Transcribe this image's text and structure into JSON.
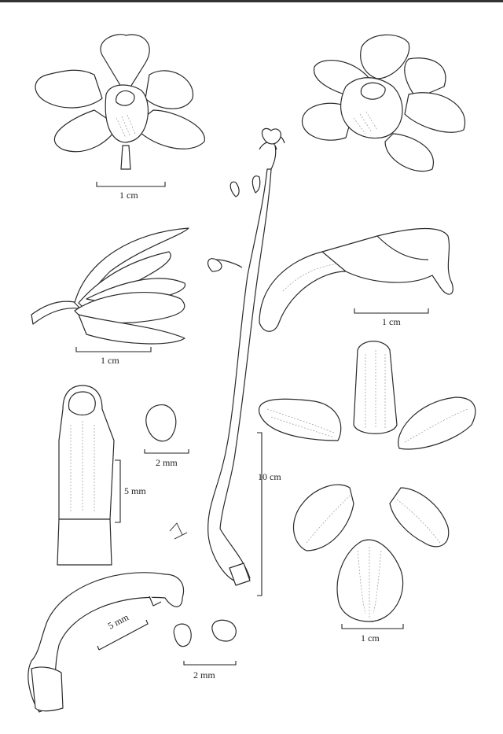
{
  "scale_bars": {
    "front_flower": "1 cm",
    "side_view_flower": "1 cm",
    "column_side": "1 cm",
    "pollinium_cap": "2 mm",
    "column_front": "5 mm",
    "habit": "10 cm",
    "perianth": "1 cm",
    "column_lateral": "5 mm",
    "pollinia": "2 mm"
  },
  "colors": {
    "ink": "#2a2a2a",
    "paper": "#ffffff"
  }
}
